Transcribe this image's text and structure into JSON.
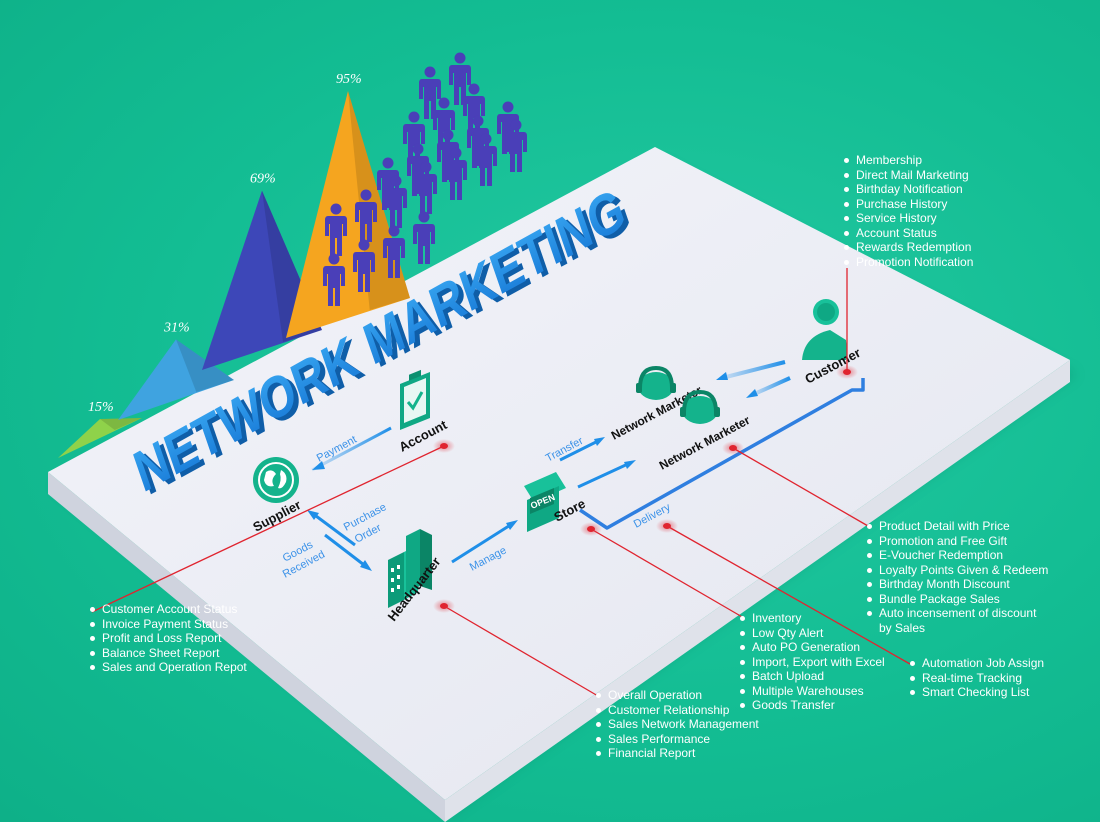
{
  "title": "NETWORK MARKETING",
  "chart_data": {
    "type": "area",
    "categories": [
      "1",
      "2",
      "3",
      "4"
    ],
    "values": [
      15,
      31,
      69,
      95
    ],
    "data_labels": [
      "15%",
      "31%",
      "69%",
      "95%"
    ],
    "title": "",
    "xlabel": "",
    "ylabel": ""
  },
  "nodes": {
    "account": "Account",
    "supplier": "Supplier",
    "headquarter": "Headquarter",
    "store": "Store",
    "store_sign": "OPEN",
    "network_marketer_1": "Network Marketer",
    "network_marketer_2": "Network Marketer",
    "customer": "Customer"
  },
  "edges": {
    "payment": "Payment",
    "purchase": "Purchase",
    "order": "Order",
    "goods": "Goods",
    "received": "Received",
    "manage": "Manage",
    "transfer": "Transfer",
    "delivery": "Delivery"
  },
  "lists": {
    "customer": [
      "Membership",
      "Direct Mail Marketing",
      "Birthday Notification",
      "Purchase History",
      "Service History",
      "Account Status",
      "Rewards Redemption",
      "Promotion Notification"
    ],
    "account": [
      "Customer Account Status",
      "Invoice Payment Status",
      "Profit and Loss Report",
      "Balance Sheet Report",
      "Sales and Operation Repot"
    ],
    "headquarter": [
      "Overall Operation",
      "Customer Relationship",
      "Sales Network Management",
      "Sales Performance",
      "Financial Report"
    ],
    "store": [
      "Inventory",
      "Low Qty Alert",
      "Auto PO Generation",
      "Import, Export with Excel",
      "Batch Upload",
      "Multiple Warehouses",
      "Goods Transfer"
    ],
    "network_marketer": [
      "Product Detail with Price",
      "Promotion and Free Gift",
      "E-Voucher Redemption",
      "Loyalty Points Given & Redeem",
      "Birthday Month Discount",
      "Bundle Package Sales",
      [
        "Auto incensement of discount",
        "by Sales"
      ]
    ],
    "delivery": [
      "Automation Job Assign",
      "Real-time Tracking",
      "Smart Checking List"
    ]
  },
  "colors": {
    "background": "#13bd93",
    "accent_blue": "#1f8fe8",
    "node_green": "#14b38c",
    "marker_red": "#e0242f",
    "people": "#4a3fb8",
    "peak_green": "#8fd24a",
    "peak_light_blue": "#3fa3e0",
    "peak_indigo": "#3d47b8",
    "peak_orange": "#f5a51f"
  },
  "icons": {
    "account": "checklist-icon",
    "supplier": "globe-icon",
    "headquarter": "building-icon",
    "store": "storefront-icon",
    "network_marketer": "headset-icon",
    "customer": "person-icon",
    "people": "person-silhouette-icon",
    "marker": "location-dot-icon"
  }
}
